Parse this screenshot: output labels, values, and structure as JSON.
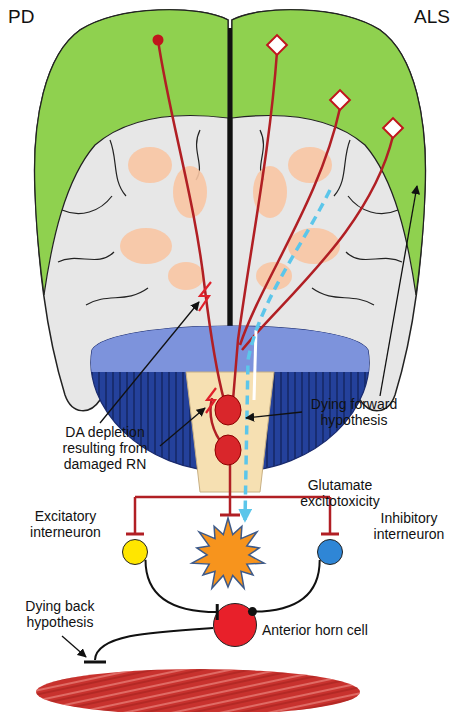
{
  "diagram": {
    "nodes": [
      {
        "text": [
          "Glutamate excitotoxicity"
        ]
      },
      {
        "text": [
          "Excitatory interneuron"
        ]
      },
      {
        "text": [
          "Inhibitory interneuron"
        ]
      },
      {
        "text": [
          "Anterior horn cell"
        ]
      }
    ],
    "edges": [
      {
        "from": 1,
        "to": 3,
        "arrow": "to"
      },
      {
        "from": 2,
        "to": 3,
        "arrow": "to"
      }
    ],
    "labels": [
      "PD",
      "ALS",
      "Dying forward hypothesis",
      "DA depletion resulting from damaged RN",
      "Dying back hypothesis"
    ]
  }
}
